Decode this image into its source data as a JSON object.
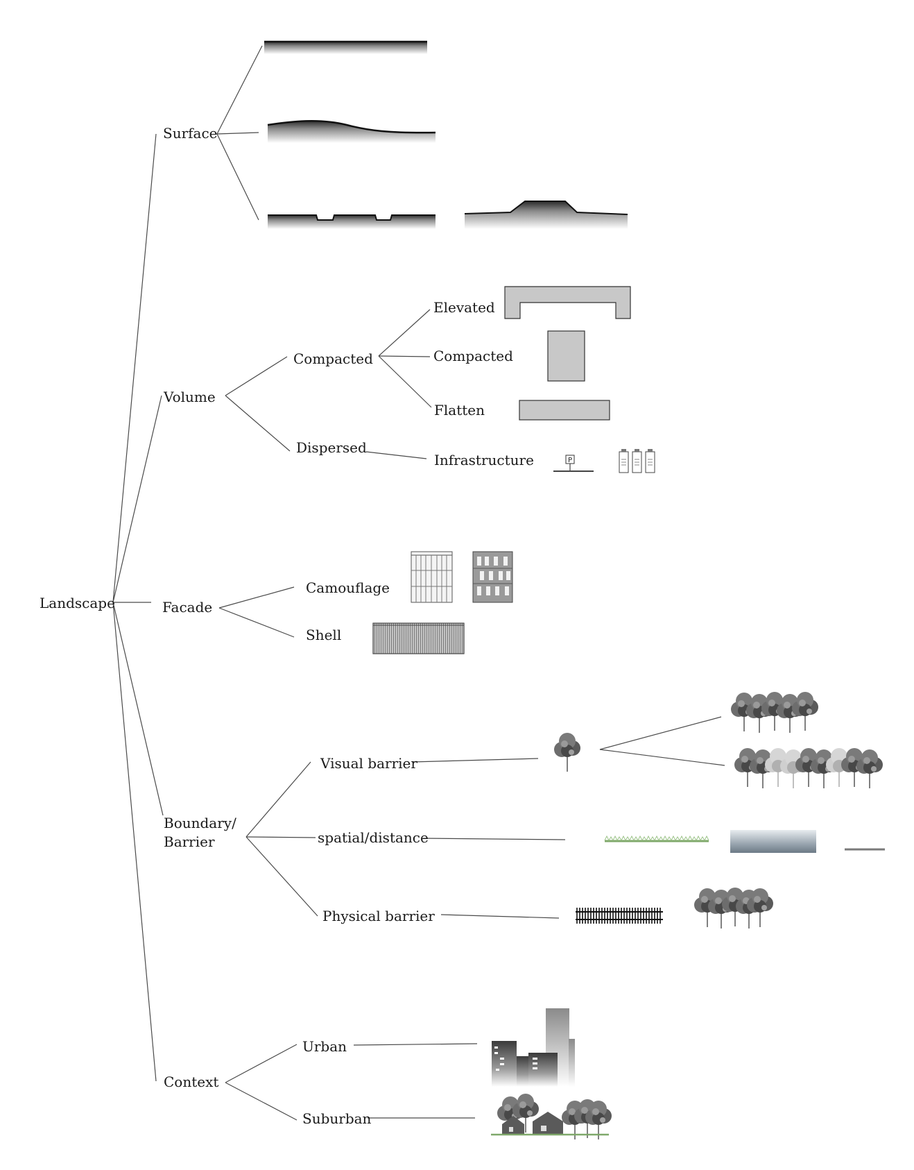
{
  "nodes": {
    "landscape": "Landscape",
    "surface": "Surface",
    "volume": "Volume",
    "facade": "Facade",
    "boundary_line1": "Boundary/",
    "boundary_line2": "Barrier",
    "context": "Context",
    "compacted_group": "Compacted",
    "dispersed": "Dispersed",
    "elevated": "Elevated",
    "compacted": "Compacted",
    "flatten": "Flatten",
    "infrastructure": "Infrastructure",
    "camouflage": "Camouflage",
    "shell": "Shell",
    "visual_barrier": "Visual barrier",
    "spatial_distance": "spatial/distance",
    "physical_barrier": "Physical barrier",
    "urban": "Urban",
    "suburban": "Suburban"
  },
  "icons": {
    "parking_letter": "P"
  },
  "colors": {
    "line": "#4a4a4a",
    "volume_fill": "#c8c8c8",
    "grass": "#7fa86a",
    "water": "#8a97a3"
  }
}
